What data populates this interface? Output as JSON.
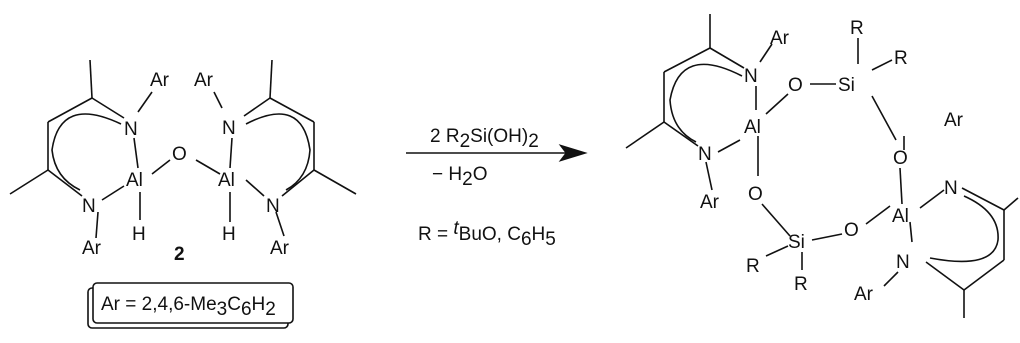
{
  "left": {
    "labels": {
      "ar_top_left": "Ar",
      "n_top_left": "N",
      "n_bottom_left": "N",
      "ar_bottom_left": "Ar",
      "al_left": "Al",
      "h_left": "H",
      "o_bridge": "O",
      "ar_top_right": "Ar",
      "n_top_right": "N",
      "al_right": "Al",
      "h_right": "H",
      "n_bottom_right": "N",
      "ar_bottom_right": "Ar"
    },
    "compound_number": "2"
  },
  "box": {
    "prefix": "Ar = 2,4,6-Me",
    "sub1": "3",
    "mid": "C",
    "sub2": "6",
    "h": "H",
    "sub3": "2"
  },
  "reaction": {
    "reagent_coef": "2 R",
    "reagent_sub": "2",
    "reagent_rest": "Si(OH)",
    "reagent_sub2": "2",
    "byproduct_minus": "− H",
    "byproduct_sub": "2",
    "byproduct_o": "O",
    "r_def_prefix": "R = ",
    "r_def_italic": "t",
    "r_def_mid": "BuO, C",
    "r_def_sub1": "6",
    "r_def_h": "H",
    "r_def_sub2": "5"
  },
  "right": {
    "labels": {
      "ar_top": "Ar",
      "n_top_left": "N",
      "al_top": "Al",
      "n_bottom_left": "N",
      "ar_bottom_left": "Ar",
      "o_top": "O",
      "si_top": "Si",
      "r_top1": "R",
      "r_top2": "R",
      "o_right": "O",
      "ar_right": "Ar",
      "al_bottom": "Al",
      "n_right_top": "N",
      "n_right_bottom": "N",
      "ar_bottom_right": "Ar",
      "o_left": "O",
      "o_bottom": "O",
      "si_bottom": "Si",
      "r_bottom1": "R",
      "r_bottom2": "R"
    }
  }
}
